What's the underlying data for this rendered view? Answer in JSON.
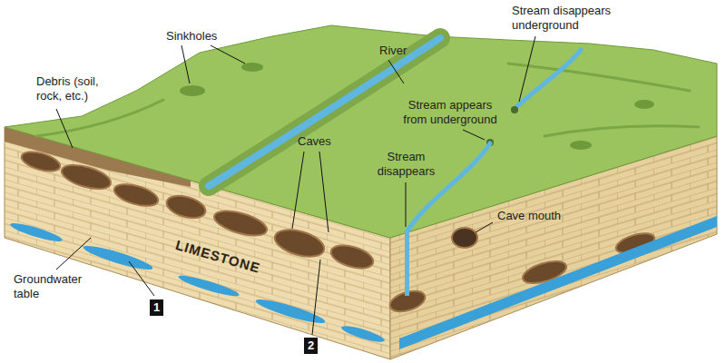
{
  "diagram": {
    "labels": [
      "Sinkholes",
      "River",
      "Stream disappears underground",
      "Debris (soil, rock, etc.)",
      "Stream appears from underground",
      "Caves",
      "Stream disappears",
      "Cave mouth",
      "Groundwater table",
      "LIMESTONE",
      "1",
      "2"
    ]
  }
}
